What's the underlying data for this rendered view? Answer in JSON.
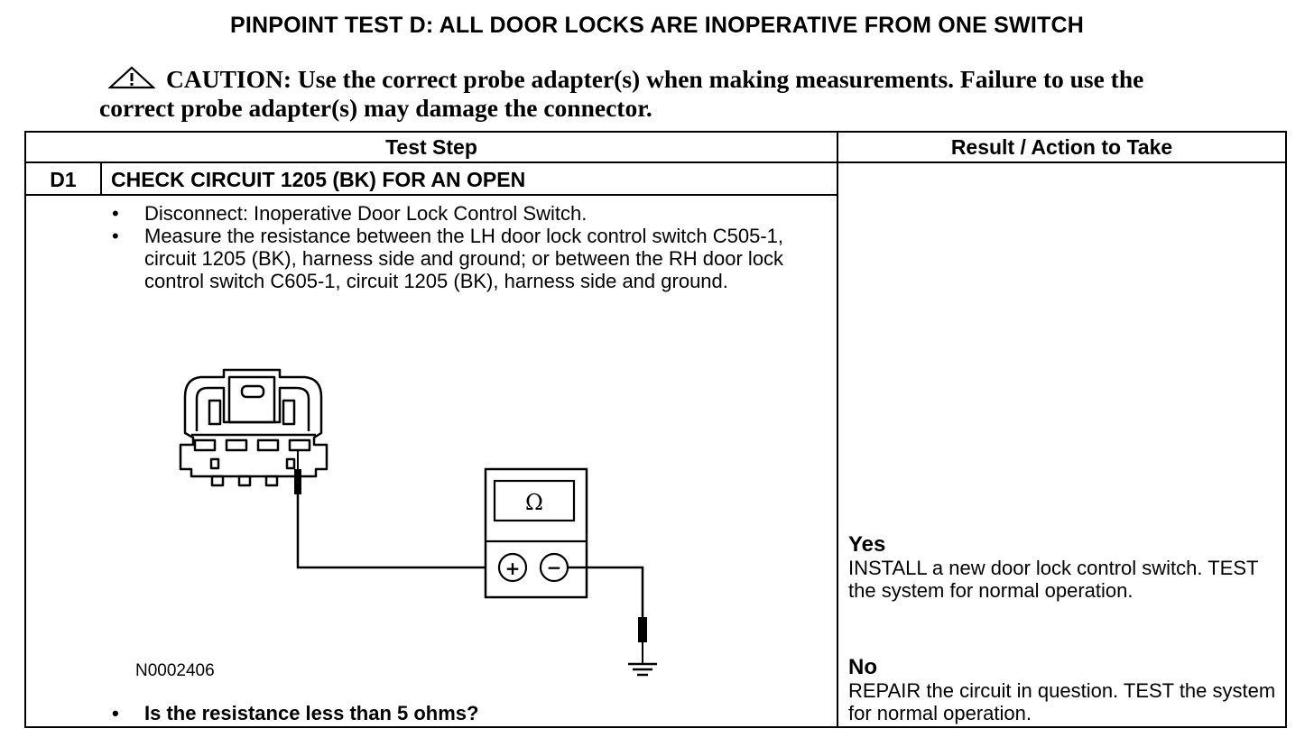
{
  "title": "PINPOINT TEST D: ALL DOOR LOCKS ARE INOPERATIVE FROM ONE SWITCH",
  "caution": {
    "icon": "warning-triangle-icon",
    "label": "CAUTION:",
    "text": "Use the correct probe adapter(s) when making measurements. Failure to use the correct probe adapter(s) may damage the connector."
  },
  "table": {
    "headers": {
      "test_step": "Test Step",
      "result": "Result / Action to Take"
    },
    "step": {
      "id": "D1",
      "title": "CHECK CIRCUIT 1205 (BK) FOR AN OPEN",
      "bullets": [
        "Disconnect: Inoperative Door Lock Control Switch.",
        "Measure the resistance between the LH door lock control switch C505-1, circuit 1205 (BK), harness side and ground; or between the RH door lock control switch C605-1, circuit 1205 (BK), harness side and ground."
      ],
      "figure": {
        "id": "N0002406",
        "meter_symbol": "Ω",
        "plus": "+",
        "minus": "−"
      },
      "question": "Is the resistance less than 5 ohms?"
    },
    "results": {
      "yes_label": "Yes",
      "yes_text": "INSTALL a new door lock control switch. TEST the system for normal operation.",
      "no_label": "No",
      "no_text": "REPAIR the circuit in question. TEST the system for normal operation."
    }
  }
}
